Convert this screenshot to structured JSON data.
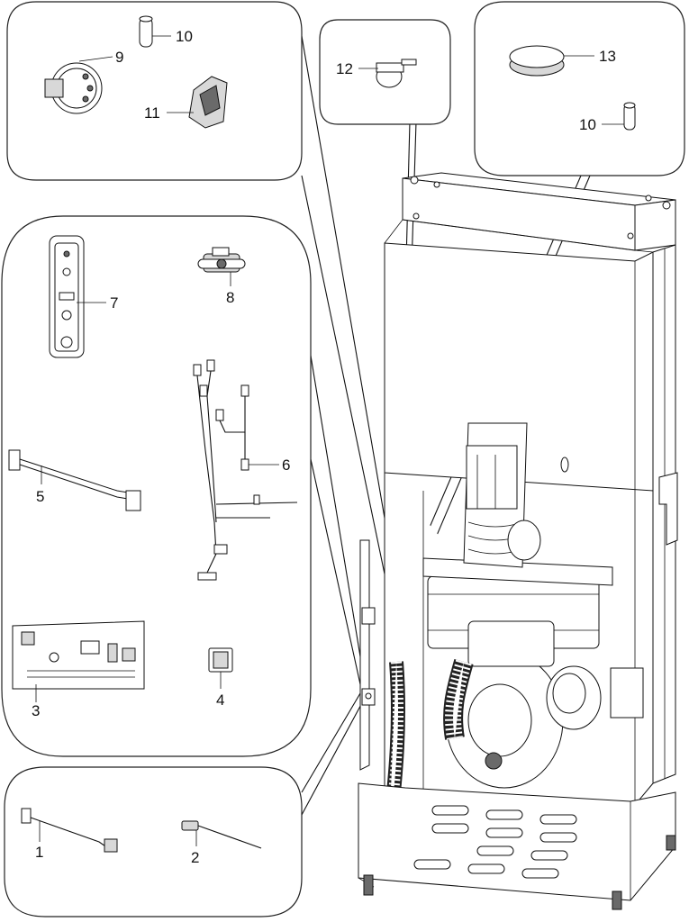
{
  "callouts": {
    "c1": "1",
    "c2": "2",
    "c3": "3",
    "c4": "4",
    "c5": "5",
    "c6": "6",
    "c7": "7",
    "c8": "8",
    "c9": "9",
    "c10a": "10",
    "c10b": "10",
    "c11": "11",
    "c12": "12",
    "c13": "13"
  }
}
